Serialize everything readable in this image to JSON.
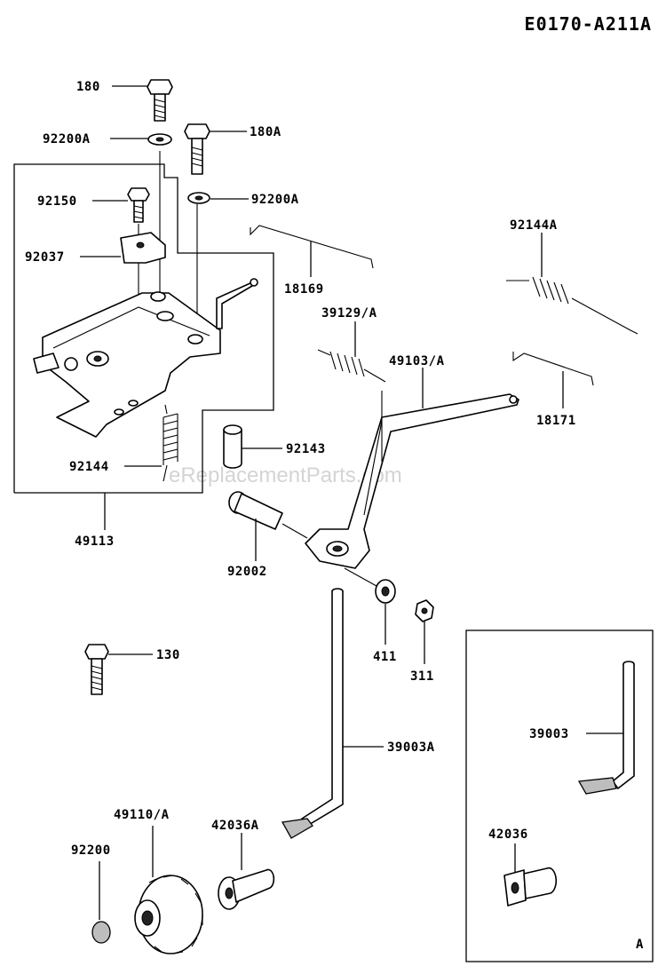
{
  "diagram_code": "E0170-A211A",
  "watermark": "eReplacementParts.com",
  "inset_label": "A",
  "labels": {
    "p180": "180",
    "p92200A_a": "92200A",
    "p180A": "180A",
    "p92150": "92150",
    "p92200A_b": "92200A",
    "p92037": "92037",
    "p18169": "18169",
    "p92144A": "92144A",
    "p39129A": "39129/A",
    "p49103A": "49103/A",
    "p18171": "18171",
    "p92143": "92143",
    "p92144": "92144",
    "p49113": "49113",
    "p92002": "92002",
    "p411": "411",
    "p311": "311",
    "p130": "130",
    "p39003A": "39003A",
    "p39003": "39003",
    "p49110A": "49110/A",
    "p42036A": "42036A",
    "p92200": "92200",
    "p42036": "42036"
  }
}
